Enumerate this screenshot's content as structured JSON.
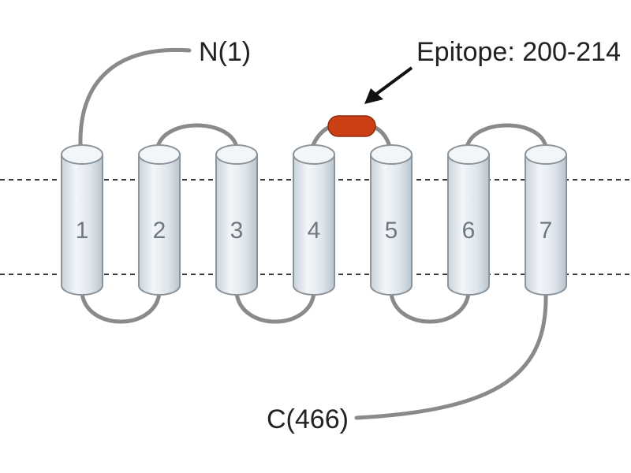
{
  "labels": {
    "n_terminus": "N(1)",
    "c_terminus": "C(466)",
    "epitope": "Epitope: 200-214"
  },
  "helices": [
    "1",
    "2",
    "3",
    "4",
    "5",
    "6",
    "7"
  ],
  "colors": {
    "epitope": "#cc3f14",
    "helix_fill": "#e4ebf0",
    "loop": "#8a8a8a",
    "membrane_line": "#3a3a3a"
  }
}
